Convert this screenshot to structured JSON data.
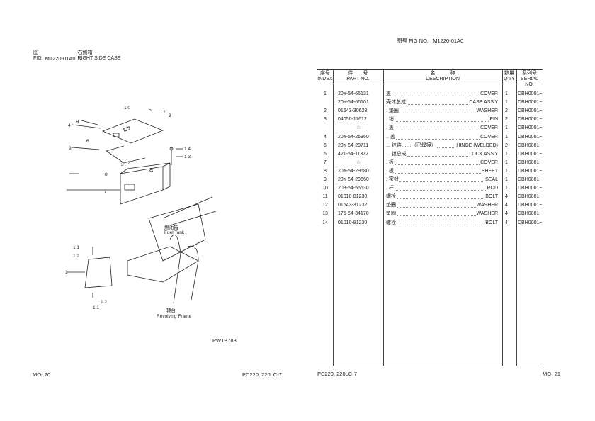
{
  "left_page": {
    "fig_label_cn": "图",
    "fig_label_en": "FIG.",
    "fig_code": "M1220-01A0",
    "title_cn": "右側箱",
    "title_en": "RIGHT SIDE CASE",
    "drawing_code": "PW1B783",
    "page_number": "MO- 20",
    "model": "PC220, 220LC-7",
    "diagram_labels": {
      "fuel_tank_cn": "燃油箱",
      "fuel_tank_en": "Fuel Tank",
      "frame_cn": "转台",
      "frame_en": "Revolving Frame",
      "callouts": [
        "1 0",
        "5",
        "2",
        "3",
        "a",
        "4",
        "6",
        "9",
        "1 4",
        "1 3",
        "3",
        "2",
        "a",
        "8",
        "7",
        "1 1",
        "1 2",
        "1",
        "1 2",
        "1 1"
      ]
    }
  },
  "right_page": {
    "fig_no_label": "图号  FIG NO.  :",
    "fig_no": "M1220-01A0",
    "headers": {
      "index_cn": "序号",
      "index_en": "INDEX",
      "part_cn": "件　　号",
      "part_en": "PART NO.",
      "desc_cn": "名　　　称",
      "desc_en": "DESCRIPTION",
      "qty_cn": "数量",
      "qty_en": "Q'TY",
      "serial_cn": "系列号",
      "serial_en": "SERIAL NO."
    },
    "rows": [
      {
        "index": "1",
        "part": "20Y-54-66131",
        "cn": "盖",
        "en": "COVER",
        "qty": "1",
        "serial": "DBH0001~"
      },
      {
        "index": "",
        "part": "20Y-54-66101",
        "cn": "壳体总成",
        "en": "CASE ASS'Y",
        "qty": "1",
        "serial": "DBH0001~"
      },
      {
        "index": "2",
        "part": "01643-30623",
        "cn": ". 垫圈",
        "en": "WASHER",
        "qty": "2",
        "serial": "DBH0001~"
      },
      {
        "index": "3",
        "part": "04050-11612",
        "cn": ". 销",
        "en": "PIN",
        "qty": "2",
        "serial": "DBH0001~"
      },
      {
        "index": "",
        "part": "☆",
        "cn": ". 盖",
        "en": "COVER",
        "qty": "1",
        "serial": "DBH0001~"
      },
      {
        "index": "4",
        "part": "20Y-54-26360",
        "cn": ".. 盖",
        "en": "COVER",
        "qty": "1",
        "serial": "DBH0001~"
      },
      {
        "index": "5",
        "part": "20Y-54-29711",
        "cn": "... 铰链……（已焊接）",
        "en": "HINGE (WELDED)",
        "qty": "2",
        "serial": "DBH0001~"
      },
      {
        "index": "6",
        "part": "421-54-11372",
        "cn": "... 锁总成",
        "en": "LOCK ASS'Y",
        "qty": "1",
        "serial": "DBH0001~"
      },
      {
        "index": "7",
        "part": "☆",
        "cn": ". 板",
        "en": "COVER",
        "qty": "1",
        "serial": "DBH0001~"
      },
      {
        "index": "8",
        "part": "20Y-54-29680",
        "cn": ". 板",
        "en": "SHEET",
        "qty": "1",
        "serial": "DBH0001~"
      },
      {
        "index": "9",
        "part": "20Y-54-29660",
        "cn": ". 密封",
        "en": "SEAL",
        "qty": "1",
        "serial": "DBH0001~"
      },
      {
        "index": "10",
        "part": "203-54-56630",
        "cn": ". 杆",
        "en": "ROD",
        "qty": "1",
        "serial": "DBH0001~"
      },
      {
        "index": "11",
        "part": "01010-81230",
        "cn": "螺栓",
        "en": "BOLT",
        "qty": "4",
        "serial": "DBH0001~"
      },
      {
        "index": "12",
        "part": "01643-31232",
        "cn": "垫圈",
        "en": "WASHER",
        "qty": "4",
        "serial": "DBH0001~"
      },
      {
        "index": "13",
        "part": "175-54-34170",
        "cn": "垫圈",
        "en": "WASHER",
        "qty": "4",
        "serial": "DBH0001~"
      },
      {
        "index": "14",
        "part": "01010-81230",
        "cn": "螺栓",
        "en": "BOLT",
        "qty": "4",
        "serial": "DBH0001~"
      }
    ],
    "model": "PC220, 220LC-7",
    "page_number": "MO- 21"
  }
}
